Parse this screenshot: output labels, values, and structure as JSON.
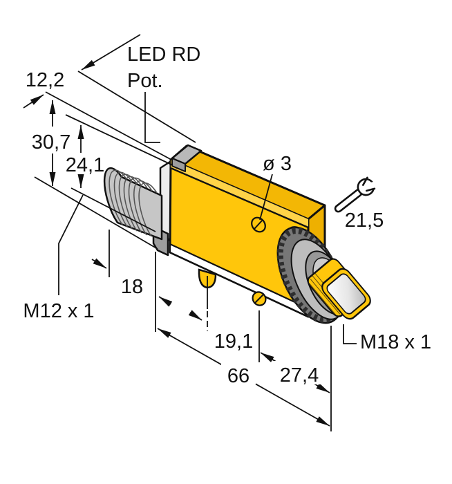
{
  "drawing": {
    "kind": "technical-dimension-drawing",
    "subject": "photoelectric barrel sensor with M12 quick-disconnect and M18 threaded lens head",
    "colors": {
      "body_yellow": "#FFC60B",
      "body_yellow_top": "#F3B705",
      "body_yellow_end": "#EEB000",
      "highlight_band": "#FFD348",
      "metal_light": "#CCCCCC",
      "metal_mid": "#9E9E9E",
      "metal_dark": "#777777",
      "line": "#111111",
      "background": "#FFFFFF"
    },
    "labels": {
      "led": "LED RD",
      "pot": "Pot.",
      "hole_diameter": "ø 3",
      "connector_thread": "M12 x 1",
      "lens_thread": "M18 x 1"
    },
    "dimensions": {
      "top_width": "12,2",
      "overall_height": "30,7",
      "housing_height": "24,1",
      "wrench_size": "21,5",
      "connector_length": "18",
      "hole_offset": "19,1",
      "housing_length": "66",
      "head_length": "27,4"
    },
    "icons": {
      "wrench": "wrench-icon"
    }
  }
}
